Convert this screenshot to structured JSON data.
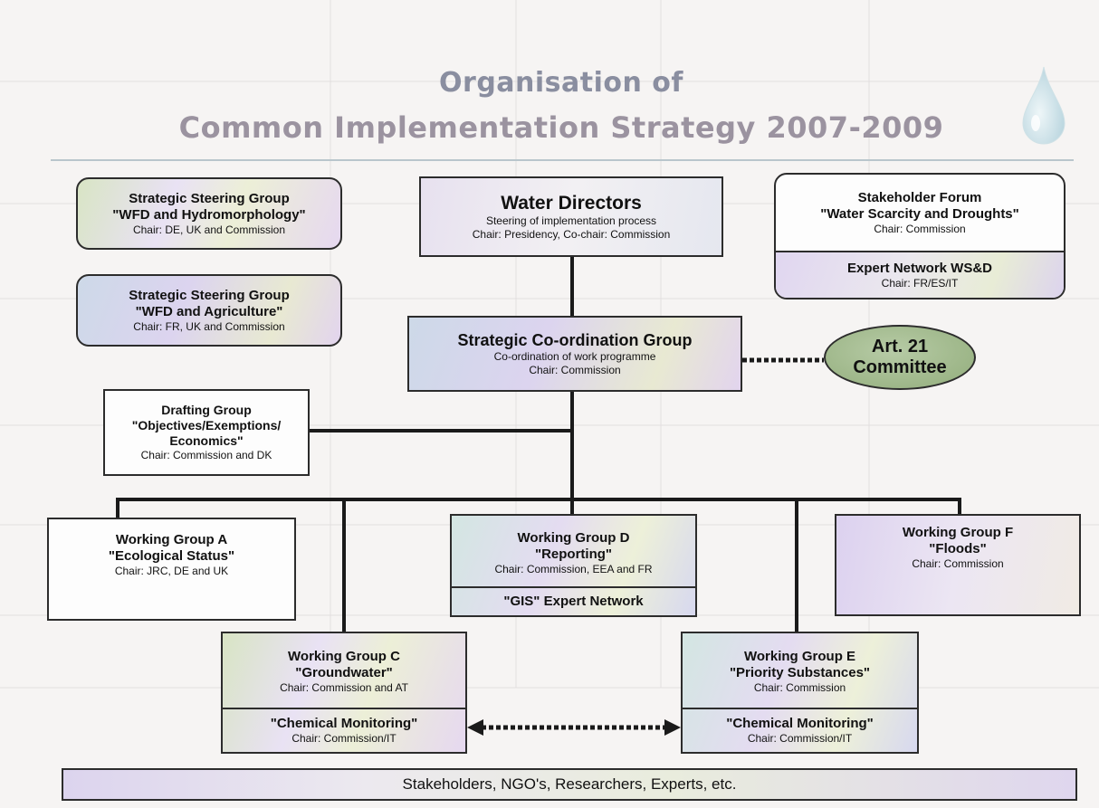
{
  "title": {
    "line1": "Organisation of",
    "line2": "Common Implementation Strategy 2007-2009"
  },
  "groups": {
    "ssg_hydro": {
      "title": "Strategic Steering Group",
      "subtitle": "\"WFD and Hydromorphology\"",
      "chair": "Chair: DE, UK and Commission"
    },
    "ssg_agri": {
      "title": "Strategic Steering Group",
      "subtitle": "\"WFD and Agriculture\"",
      "chair": "Chair: FR, UK and Commission"
    },
    "water_directors": {
      "title": "Water Directors",
      "line1": "Steering of implementation process",
      "line2": "Chair: Presidency, Co-chair: Commission"
    },
    "stakeholder_forum": {
      "title": "Stakeholder Forum",
      "subtitle": "\"Water Scarcity and Droughts\"",
      "chair": "Chair: Commission",
      "sub_title": "Expert Network WS&D",
      "sub_chair": "Chair: FR/ES/IT"
    },
    "scg": {
      "title": "Strategic Co-ordination Group",
      "line1": "Co-ordination of work programme",
      "line2": "Chair: Commission"
    },
    "art21": {
      "line1": "Art. 21",
      "line2": "Committee"
    },
    "drafting": {
      "title": "Drafting Group",
      "line1": "\"Objectives/Exemptions/",
      "line2": "Economics\"",
      "chair": "Chair: Commission and DK"
    },
    "wg_a": {
      "title": "Working Group A",
      "subtitle": "\"Ecological Status\"",
      "chair": "Chair: JRC, DE and UK"
    },
    "wg_d": {
      "title": "Working Group D",
      "subtitle": "\"Reporting\"",
      "chair": "Chair: Commission, EEA and FR",
      "sub_title": "\"GIS\" Expert Network"
    },
    "wg_f": {
      "title": "Working Group F",
      "subtitle": "\"Floods\"",
      "chair": "Chair: Commission"
    },
    "wg_c": {
      "title": "Working Group C",
      "subtitle": "\"Groundwater\"",
      "chair": "Chair: Commission and AT",
      "sub_title": "\"Chemical Monitoring\"",
      "sub_chair": "Chair: Commission/IT"
    },
    "wg_e": {
      "title": "Working Group E",
      "subtitle": "\"Priority Substances\"",
      "chair": "Chair: Commission",
      "sub_title": "\"Chemical Monitoring\"",
      "sub_chair": "Chair: Commission/IT"
    }
  },
  "footer": "Stakeholders, NGO's, Researchers, Experts, etc.",
  "colors": {
    "title_line1": "#8a8ea0",
    "title_line2": "#9b93a0",
    "ellipse": "#9db688",
    "border": "#2c2c2c"
  }
}
